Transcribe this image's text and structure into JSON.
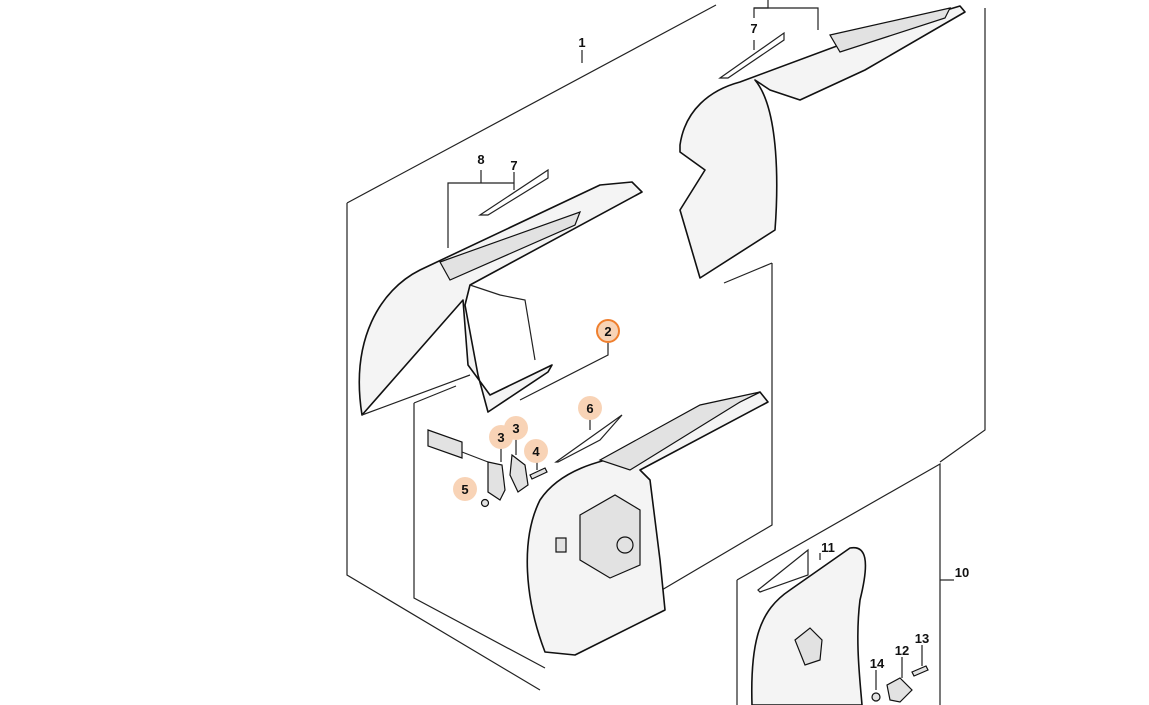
{
  "diagram": {
    "title": "Exploded parts diagram - blade guard assembly",
    "colors": {
      "callout_fill": "#f8d3b6",
      "callout_selected_border": "#ef7f2e",
      "line": "#222222"
    },
    "callouts": {
      "c1": "1",
      "c2": "2",
      "c3a": "3",
      "c3b": "3",
      "c4": "4",
      "c5": "5",
      "c6": "6",
      "c7a": "7",
      "c7b": "7",
      "c8": "8",
      "c10": "10",
      "c11": "11",
      "c12": "12",
      "c13": "13",
      "c14": "14"
    },
    "selected_callout": "2"
  }
}
